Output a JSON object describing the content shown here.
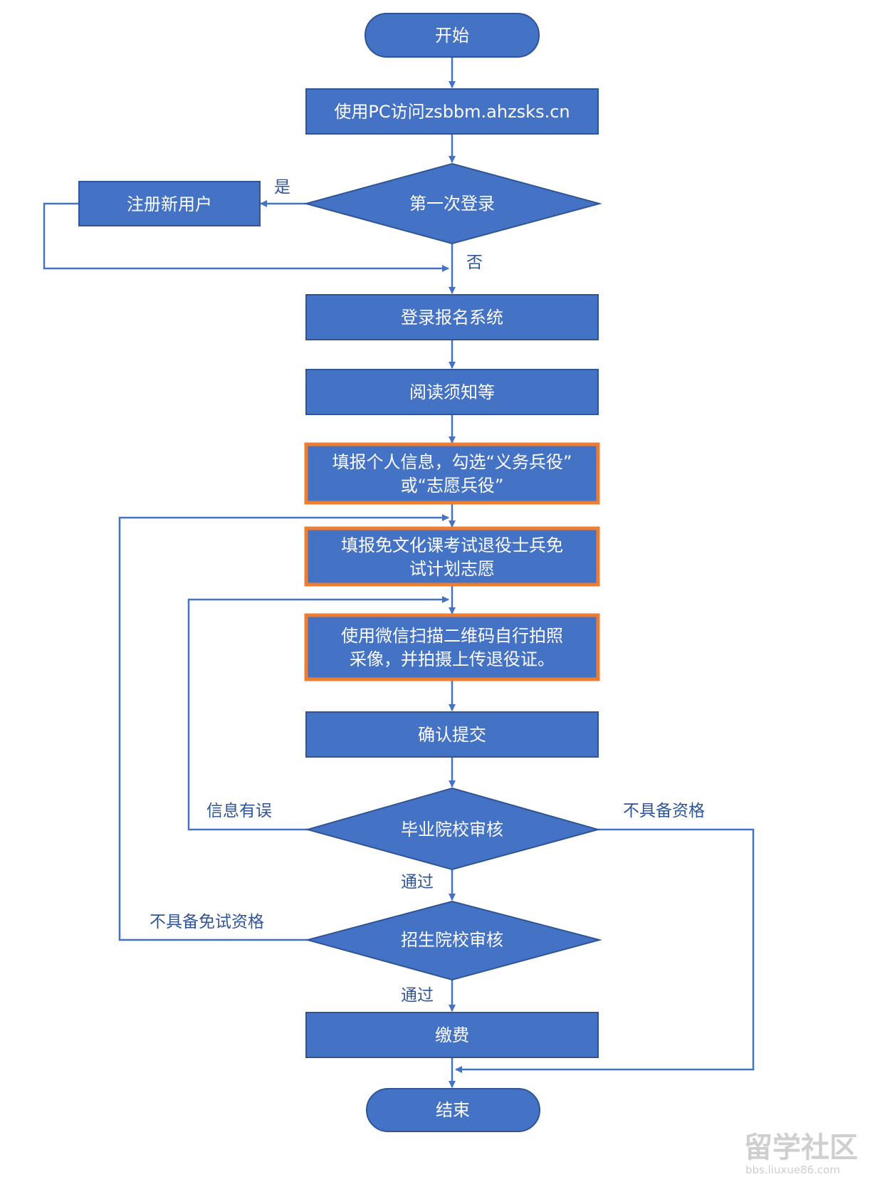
{
  "nodes": {
    "start": "开始",
    "visit": "使用PC访问zsbbm.ahzsks.cn",
    "first_login": "第一次登录",
    "register": "注册新用户",
    "login": "登录报名系统",
    "read": "阅读须知等",
    "fill_info": [
      "填报个人信息，勾选“义务兵役”",
      "或“志愿兵役”"
    ],
    "fill_plan": [
      "填报免文化课考试退役士兵免",
      "试计划志愿"
    ],
    "wechat": [
      "使用微信扫描二维码自行拍照",
      "采像，并拍摄上传退役证。"
    ],
    "submit": "确认提交",
    "school_review": "毕业院校审核",
    "admission_review": "招生院校审核",
    "pay": "缴费",
    "end": "结束"
  },
  "edge_labels": {
    "yes": "是",
    "no": "否",
    "info_error": "信息有误",
    "not_qualified": "不具备资格",
    "not_exempt_qualified": "不具备免试资格",
    "pass1": "通过",
    "pass2": "通过"
  },
  "watermark": {
    "main": "留学社区",
    "sub": "bbs.liuxue86.com"
  },
  "colors": {
    "node_fill": "#4472c4",
    "node_stroke": "#2f5597",
    "highlight_border": "#ed7d31",
    "line": "#4472c4",
    "label": "#2f5597"
  }
}
